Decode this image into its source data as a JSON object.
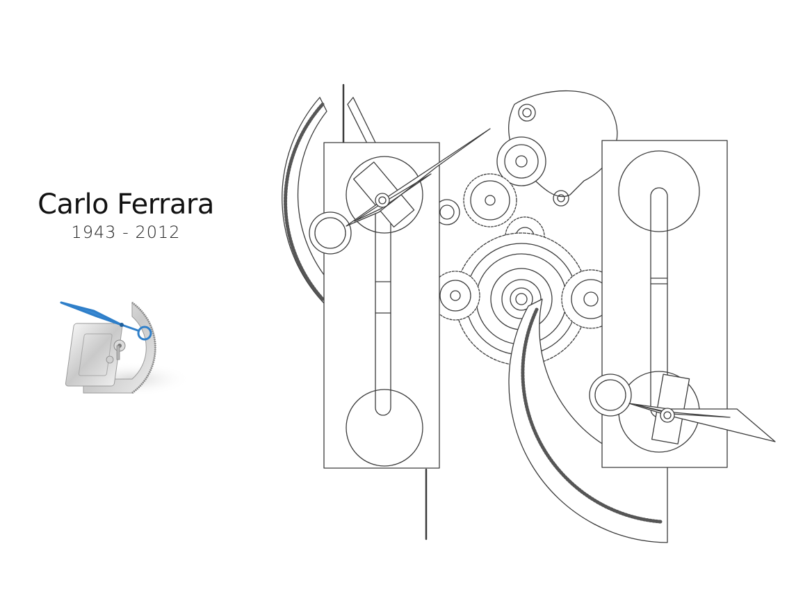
{
  "person": {
    "name": "Carlo Ferrara",
    "dates": "1943 - 2012"
  },
  "colors": {
    "background": "#ffffff",
    "line": "#3a3a3a",
    "hand_accent": "#2f7fc9"
  },
  "icons": {
    "thumbnail": "retrograde-hand-mechanism-icon",
    "drawing": "dual-retrograde-movement-sketch"
  }
}
